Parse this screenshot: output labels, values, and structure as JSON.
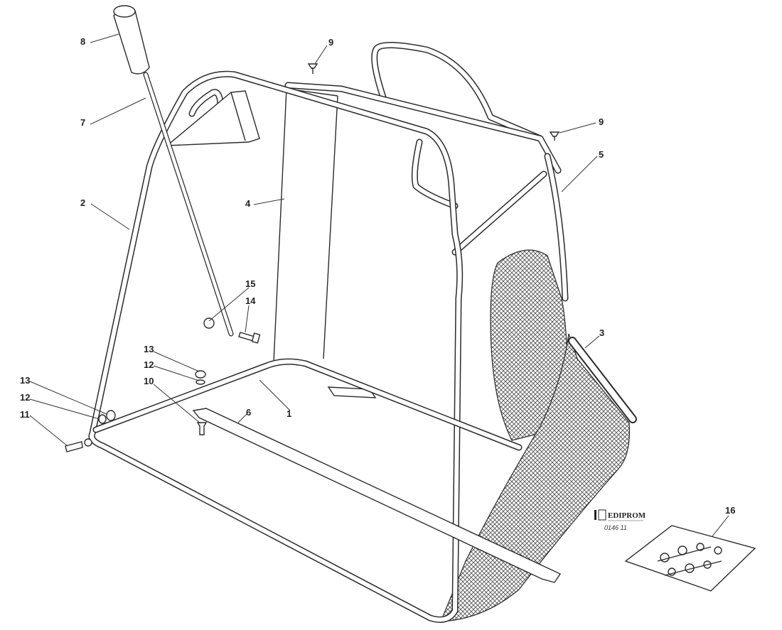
{
  "colors": {
    "ink": "#2a2a2a",
    "background": "#ffffff",
    "mesh": "#555555"
  },
  "callouts": [
    {
      "id": "c8",
      "text": "8"
    },
    {
      "id": "c9a",
      "text": "9"
    },
    {
      "id": "c7",
      "text": "7"
    },
    {
      "id": "c9b",
      "text": "9"
    },
    {
      "id": "c5",
      "text": "5"
    },
    {
      "id": "c2",
      "text": "2"
    },
    {
      "id": "c4",
      "text": "4"
    },
    {
      "id": "c15",
      "text": "15"
    },
    {
      "id": "c14",
      "text": "14"
    },
    {
      "id": "c3",
      "text": "3"
    },
    {
      "id": "c13a",
      "text": "13"
    },
    {
      "id": "c12a",
      "text": "12"
    },
    {
      "id": "c10",
      "text": "10"
    },
    {
      "id": "c1",
      "text": "1"
    },
    {
      "id": "c13b",
      "text": "13"
    },
    {
      "id": "c12b",
      "text": "12"
    },
    {
      "id": "c6",
      "text": "6"
    },
    {
      "id": "c11",
      "text": "11"
    },
    {
      "id": "c16",
      "text": "16"
    }
  ],
  "logo": {
    "brand": "EDIPROM",
    "code": "0146 11"
  }
}
